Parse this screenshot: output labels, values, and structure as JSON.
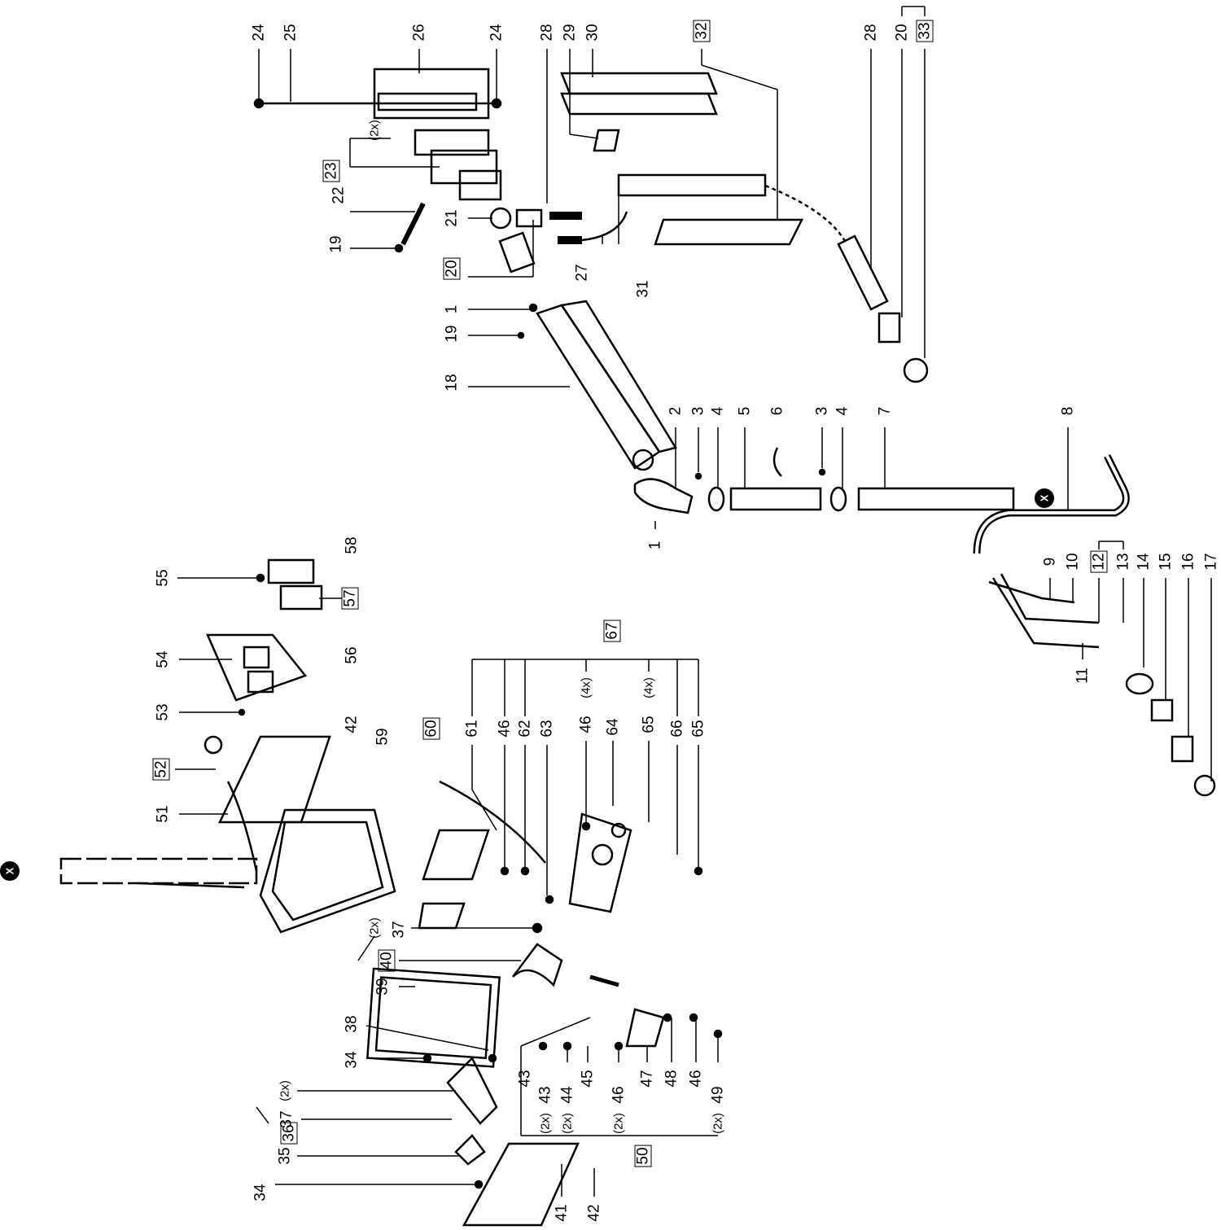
{
  "labels": [
    "24",
    "25",
    "26",
    "24",
    "28",
    "29",
    "30",
    "32",
    "28",
    "20",
    "33",
    "23",
    "22",
    "19",
    "21",
    "20",
    "27",
    "31",
    "1",
    "19",
    "18",
    "2",
    "3",
    "4",
    "5",
    "6",
    "3",
    "4",
    "7",
    "8",
    "1",
    "9",
    "10",
    "12",
    "13",
    "14",
    "15",
    "16",
    "17",
    "11",
    "55",
    "58",
    "57",
    "54",
    "56",
    "53",
    "42",
    "52",
    "51",
    "59",
    "60",
    "61",
    "46",
    "62",
    "63",
    "46",
    "(4x)",
    "64",
    "65",
    "(4x)",
    "66",
    "65",
    "67",
    "(2x)",
    "37",
    "40",
    "39",
    "38",
    "34",
    "(2x)",
    "37",
    "36",
    "35",
    "34",
    "41",
    "42",
    "43",
    "43",
    "(2x)",
    "44",
    "(2x)",
    "45",
    "46",
    "(2x)",
    "47",
    "48",
    "46",
    "49",
    "(2x)",
    "50",
    "(2x)"
  ],
  "markers": {
    "connector_symbol": "X"
  },
  "colors": {
    "ink": "#000000",
    "background": "#ffffff"
  }
}
